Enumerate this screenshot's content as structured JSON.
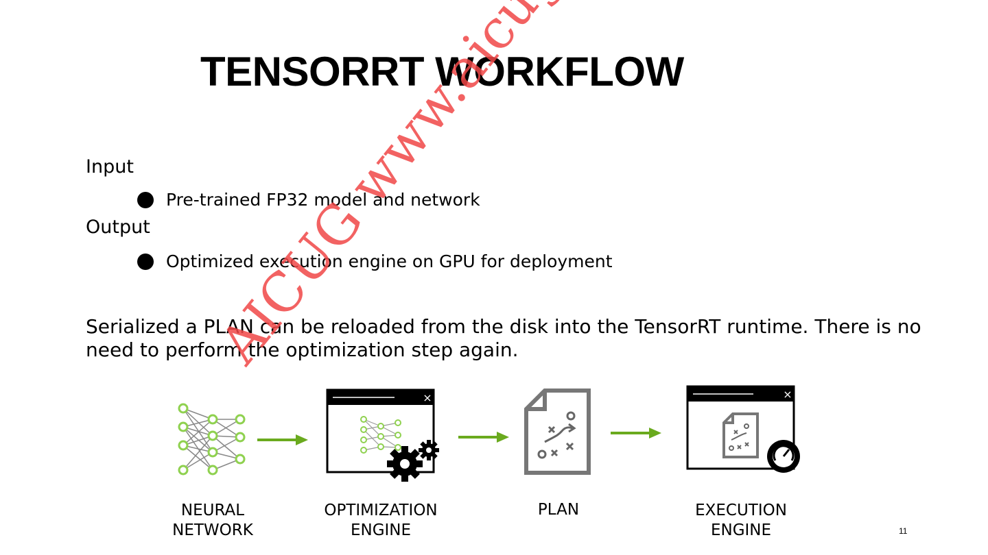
{
  "slide": {
    "title": "TENSORRT WORKFLOW",
    "input_heading": "Input",
    "input_bullet": "Pre-trained FP32 model and network",
    "output_heading": "Output",
    "output_bullet": "Optimized execution engine on GPU for deployment",
    "paragraph": "Serialized a PLAN can be reloaded from the disk into the TensorRT runtime. There is  no need to perform the optimization step again.",
    "page_number": "11"
  },
  "diagram": {
    "labels": {
      "neural_network": "NEURAL\nNETWORK",
      "optimization_engine": "OPTIMIZATION\nENGINE",
      "plan": "PLAN",
      "execution_engine": "EXECUTION\nENGINE"
    },
    "arrow_color": "#6aaa1e",
    "node_color": "#8fd14f"
  },
  "watermark": {
    "text": "AICUG www.aicug.cn人工智能技术社区",
    "color": "#f04646"
  }
}
